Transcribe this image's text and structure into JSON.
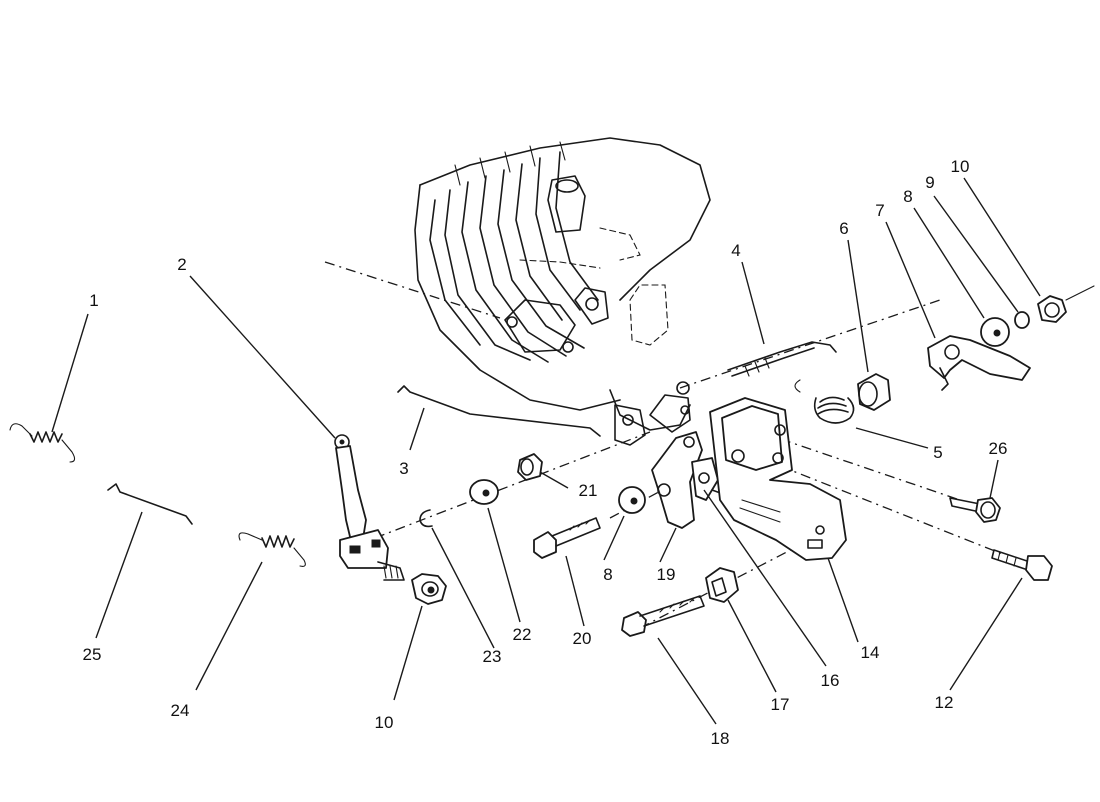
{
  "callouts": [
    {
      "id": "1",
      "text": "1"
    },
    {
      "id": "2",
      "text": "2"
    },
    {
      "id": "3",
      "text": "3"
    },
    {
      "id": "4",
      "text": "4"
    },
    {
      "id": "5",
      "text": "5"
    },
    {
      "id": "6",
      "text": "6"
    },
    {
      "id": "7",
      "text": "7"
    },
    {
      "id": "8a",
      "text": "8"
    },
    {
      "id": "8b",
      "text": "8"
    },
    {
      "id": "9",
      "text": "9"
    },
    {
      "id": "10a",
      "text": "10"
    },
    {
      "id": "10b",
      "text": "10"
    },
    {
      "id": "12",
      "text": "12"
    },
    {
      "id": "14",
      "text": "14"
    },
    {
      "id": "16",
      "text": "16"
    },
    {
      "id": "17",
      "text": "17"
    },
    {
      "id": "18",
      "text": "18"
    },
    {
      "id": "19",
      "text": "19"
    },
    {
      "id": "20",
      "text": "20"
    },
    {
      "id": "21",
      "text": "21"
    },
    {
      "id": "22",
      "text": "22"
    },
    {
      "id": "23",
      "text": "23"
    },
    {
      "id": "24",
      "text": "24"
    },
    {
      "id": "25",
      "text": "25"
    },
    {
      "id": "26",
      "text": "26"
    }
  ]
}
